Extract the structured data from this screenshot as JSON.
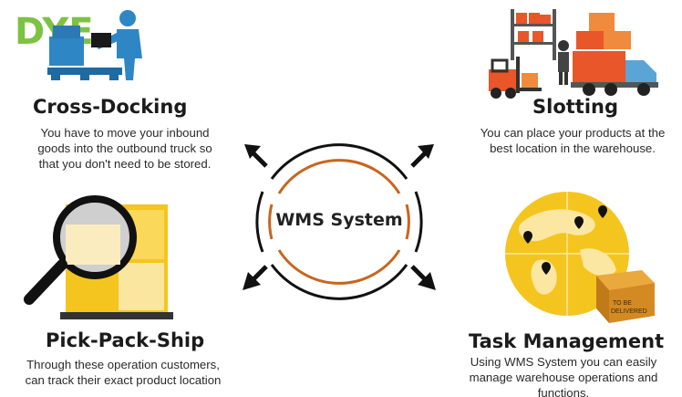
{
  "logo": {
    "text": "DYE"
  },
  "center": {
    "label": "WMS System"
  },
  "sections": {
    "cross_docking": {
      "title": "Cross-Docking",
      "desc": [
        "You have to move your inbound",
        "goods into the outbound truck so",
        "that you don't need to be stored."
      ]
    },
    "slotting": {
      "title": "Slotting",
      "desc": [
        "You can place your products at the",
        "best location in the warehouse."
      ]
    },
    "pick_pack_ship": {
      "title": "Pick-Pack-Ship",
      "desc": [
        "Through these operation customers,",
        "can track their exact product location"
      ]
    },
    "task_management": {
      "title": "Task Management",
      "desc": [
        "Using WMS System you can easily",
        "manage warehouse operations and",
        "functions."
      ]
    }
  },
  "box_label": [
    "TO BE",
    "DELIVERED"
  ],
  "colors": {
    "orange": "#c8651d",
    "black": "#111111",
    "blue": "#2f86c4",
    "yellow": "#f5c51f",
    "green": "#7dc242"
  }
}
